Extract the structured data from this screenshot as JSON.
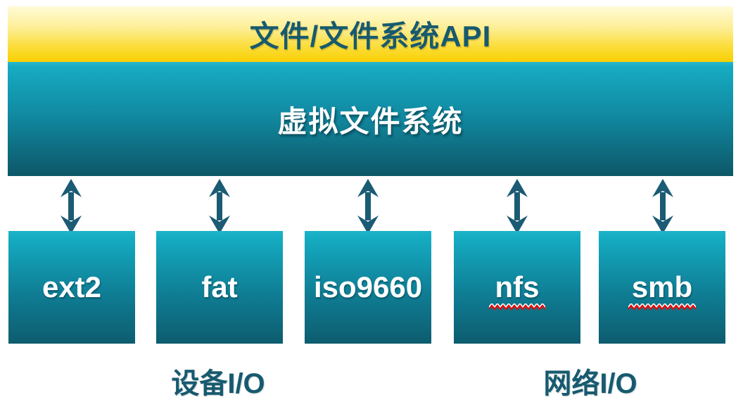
{
  "diagram": {
    "api_banner": {
      "label": "文件/文件系统API"
    },
    "vfs_box": {
      "label": "虚拟文件系统"
    },
    "filesystems": [
      {
        "label": "ext2"
      },
      {
        "label": "fat"
      },
      {
        "label": "iso9660"
      },
      {
        "label": "nfs",
        "spellcheck_underline": true
      },
      {
        "label": "smb",
        "spellcheck_underline": true
      }
    ],
    "bottom_labels": {
      "device_io": "设备I/O",
      "network_io": "网络I/O"
    },
    "colors": {
      "banner_top": "#FFFBD8",
      "banner_bottom": "#F9D003",
      "teal_top": "#16ABC2",
      "teal_bottom": "#0D5767",
      "arrow": "#1B5B73",
      "dark_text": "#175A6F",
      "box_text": "#FFFFFF",
      "squiggle_red": "#E30D0D"
    }
  }
}
